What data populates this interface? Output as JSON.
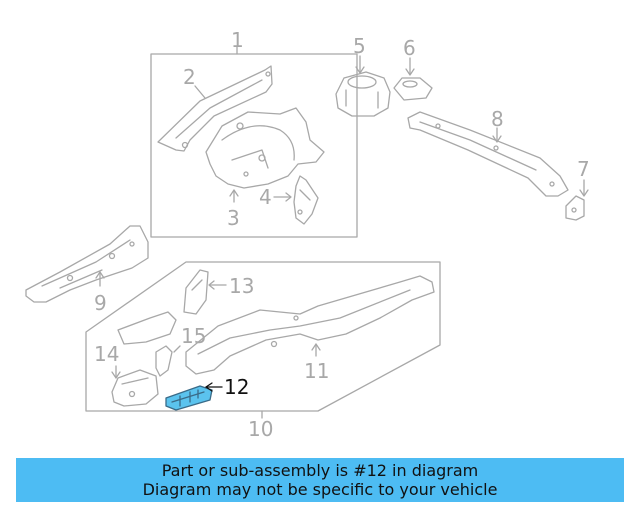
{
  "callouts": {
    "c1": "1",
    "c2": "2",
    "c3": "3",
    "c4": "4",
    "c5": "5",
    "c6": "6",
    "c7": "7",
    "c8": "8",
    "c9": "9",
    "c10": "10",
    "c11": "11",
    "c12": "12",
    "c13": "13",
    "c14": "14",
    "c15": "15"
  },
  "highlight_color": "#5bc3ee",
  "line_color": "#a8a8a8",
  "banner": {
    "line1": "Part or sub-assembly is #12 in diagram",
    "line2": "Diagram may not be specific to your vehicle",
    "background": "#4dbcf3"
  }
}
